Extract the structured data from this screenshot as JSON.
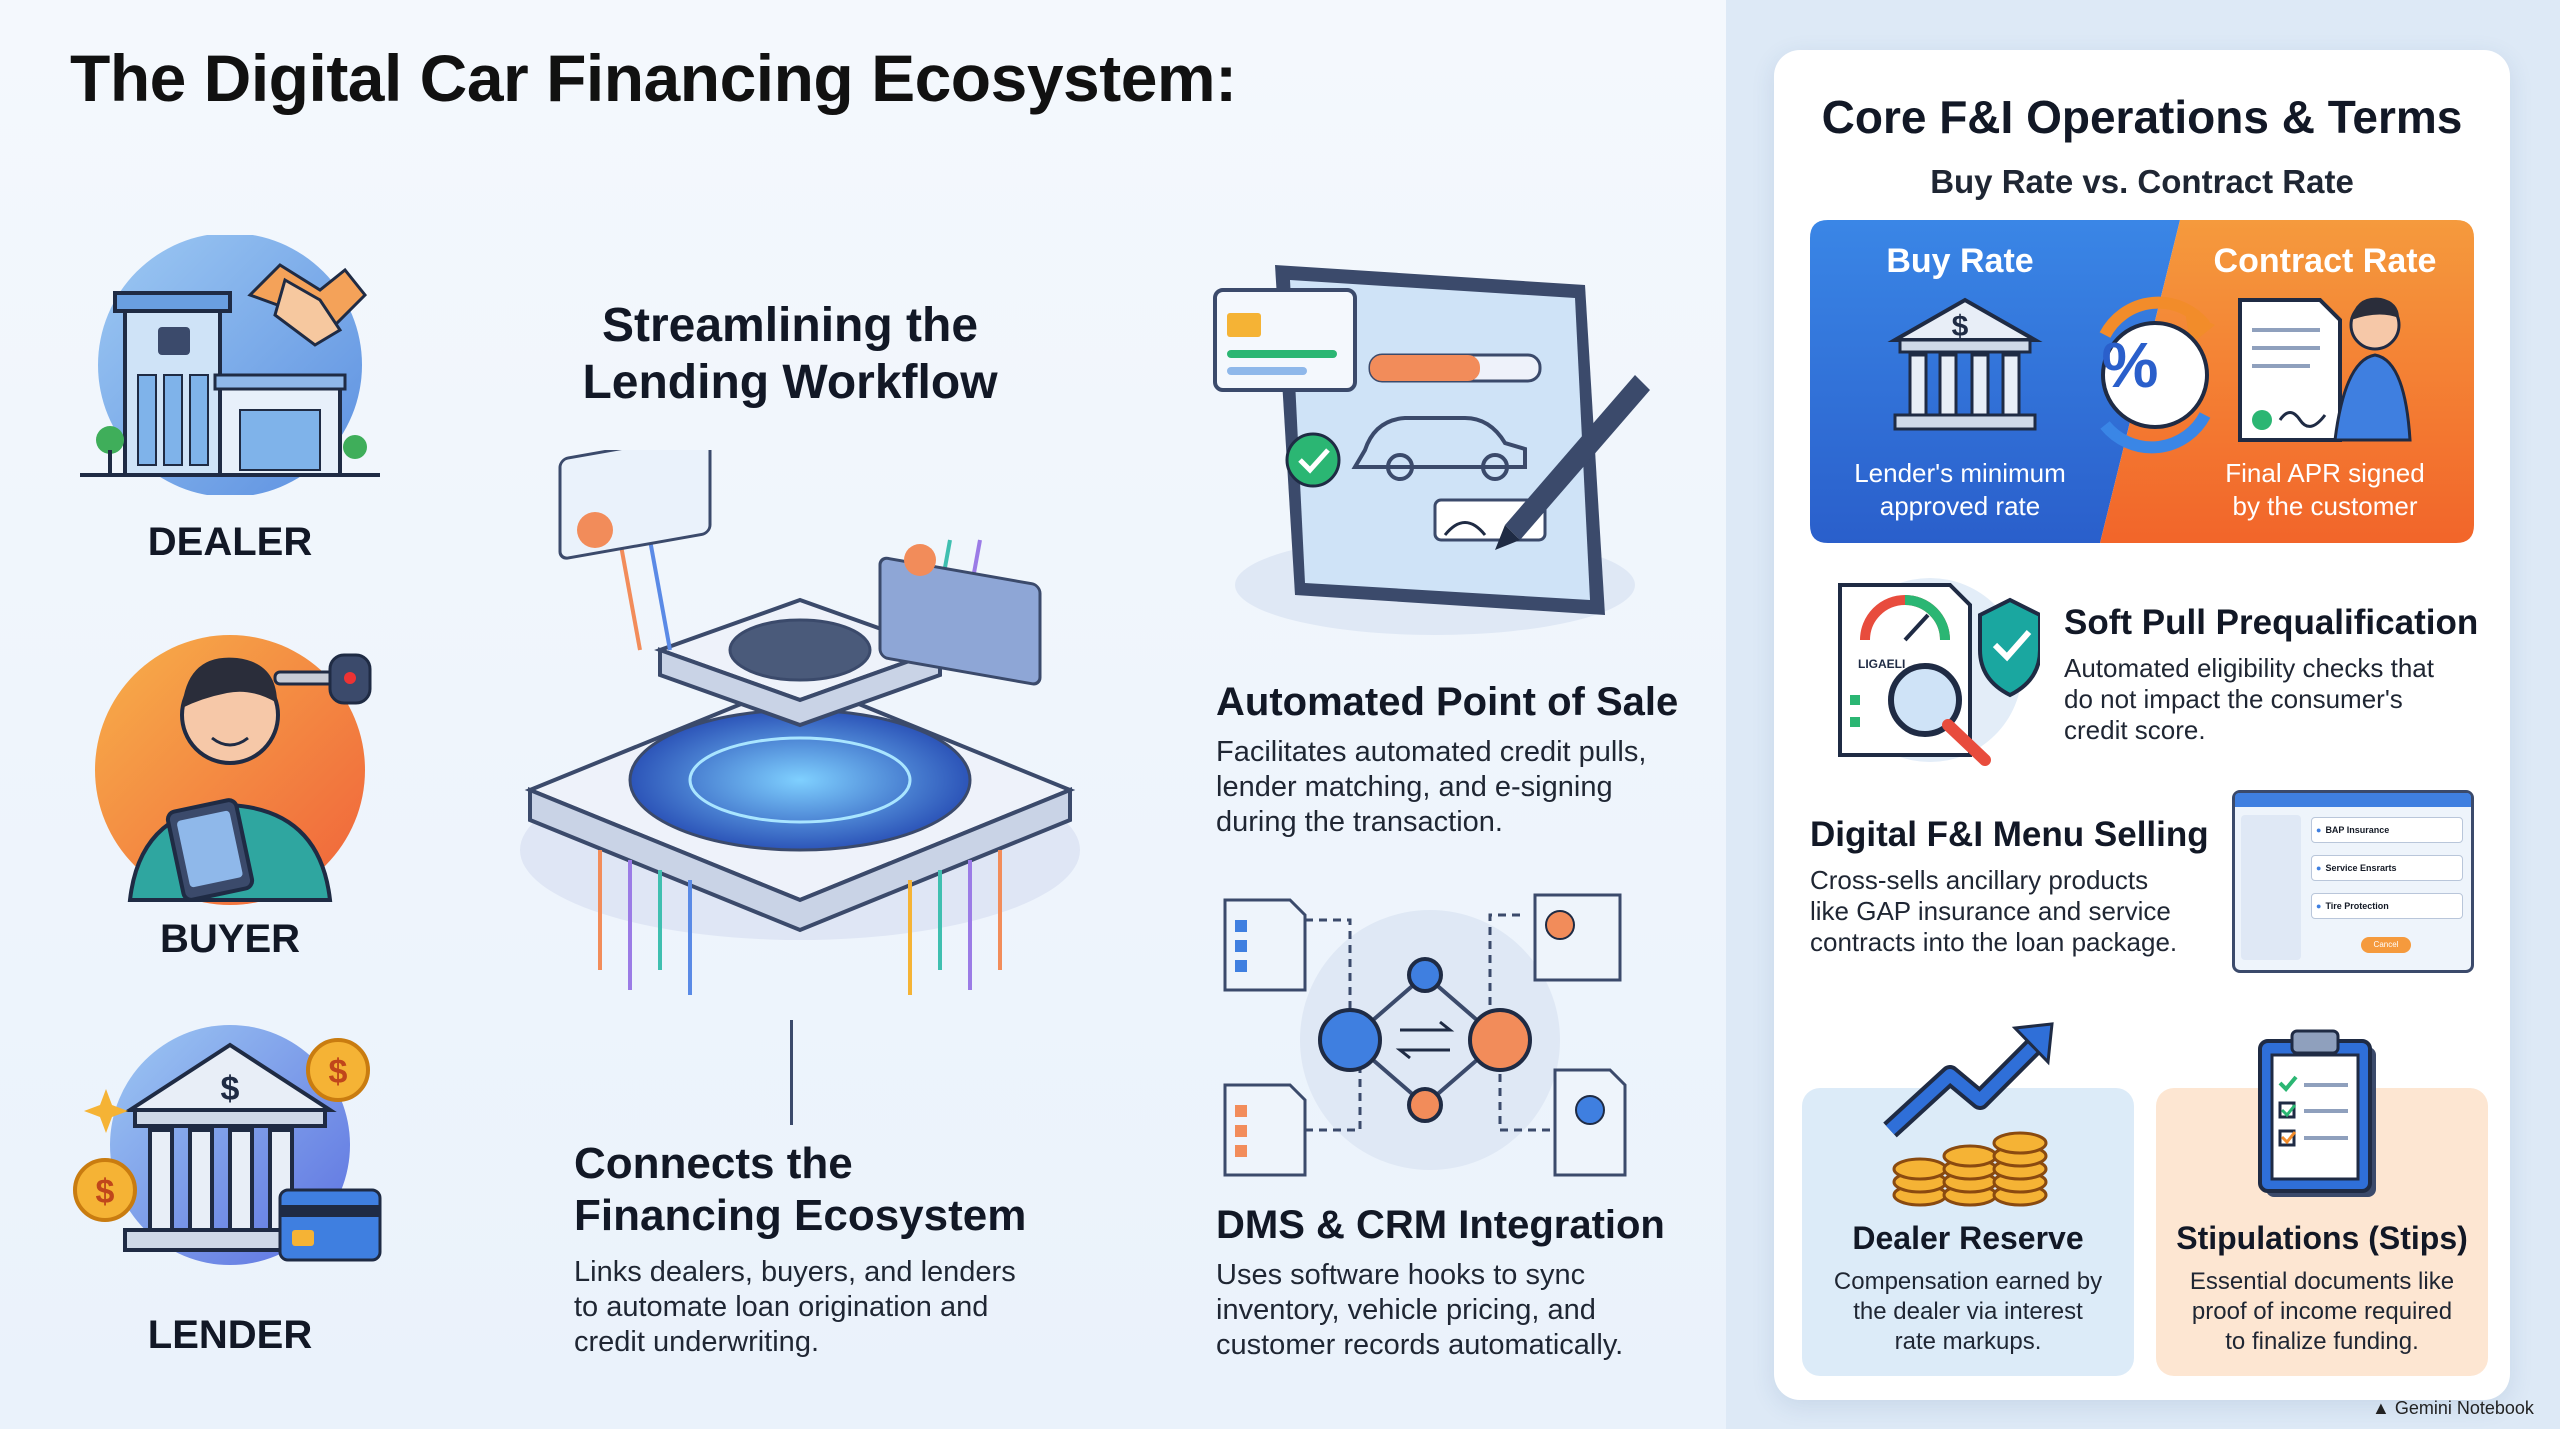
{
  "title": "The Digital Car Financing Ecosystem:",
  "roles": [
    {
      "label": "DEALER"
    },
    {
      "label": "BUYER"
    },
    {
      "label": "LENDER"
    }
  ],
  "workflow": {
    "heading_line1": "Streamlining the",
    "heading_line2": "Lending Workflow"
  },
  "connects": {
    "heading_line1": "Connects the",
    "heading_line2": "Financing Ecosystem",
    "body_line1": "Links dealers, buyers, and lenders",
    "body_line2": "to automate loan origination and",
    "body_line3": "credit underwriting."
  },
  "pos": {
    "heading": "Automated Point of Sale",
    "body_line1": "Facilitates automated credit pulls,",
    "body_line2": "lender matching, and e-signing",
    "body_line3": "during the transaction."
  },
  "dms": {
    "heading": "DMS & CRM Integration",
    "body_line1": "Uses software hooks to sync",
    "body_line2": "inventory, vehicle pricing, and",
    "body_line3": "customer records automatically."
  },
  "card": {
    "title": "Core F&I Operations & Terms",
    "subtitle": "Buy Rate vs. Contract Rate",
    "buy_rate": {
      "title": "Buy Rate",
      "line1": "Lender's minimum",
      "line2": "approved rate",
      "dollar": "$"
    },
    "contract_rate": {
      "title": "Contract Rate",
      "line1": "Final APR signed",
      "line2": "by the customer"
    },
    "percent_symbol": "%",
    "soft_pull": {
      "heading": "Soft Pull Prequalification",
      "line1": "Automated eligibility checks that",
      "line2": "do not impact the consumer's",
      "line3": "credit score.",
      "doc_label": "LIGAELI"
    },
    "menu": {
      "heading": "Digital F&I Menu Selling",
      "line1": "Cross-sells ancillary products",
      "line2": "like GAP insurance and service",
      "line3": "contracts into the loan package.",
      "items": [
        "BAP Insurance",
        "Service Ensrarts",
        "Tire Protection"
      ],
      "button": "Cancel"
    },
    "reserve": {
      "heading": "Dealer Reserve",
      "line1": "Compensation earned by",
      "line2": "the dealer via interest",
      "line3": "rate markups."
    },
    "stips": {
      "heading": "Stipulations (Stips)",
      "line1": "Essential documents like",
      "line2": "proof of income required",
      "line3": "to finalize funding."
    }
  },
  "footer": "Gemini Notebook",
  "colors": {
    "blue": "#2f6fd8",
    "orange": "#f47a2a",
    "green": "#2bb673",
    "teal": "#1aa7a0",
    "tile_blue": "#dcebf8",
    "tile_peach": "#fde6d2"
  }
}
